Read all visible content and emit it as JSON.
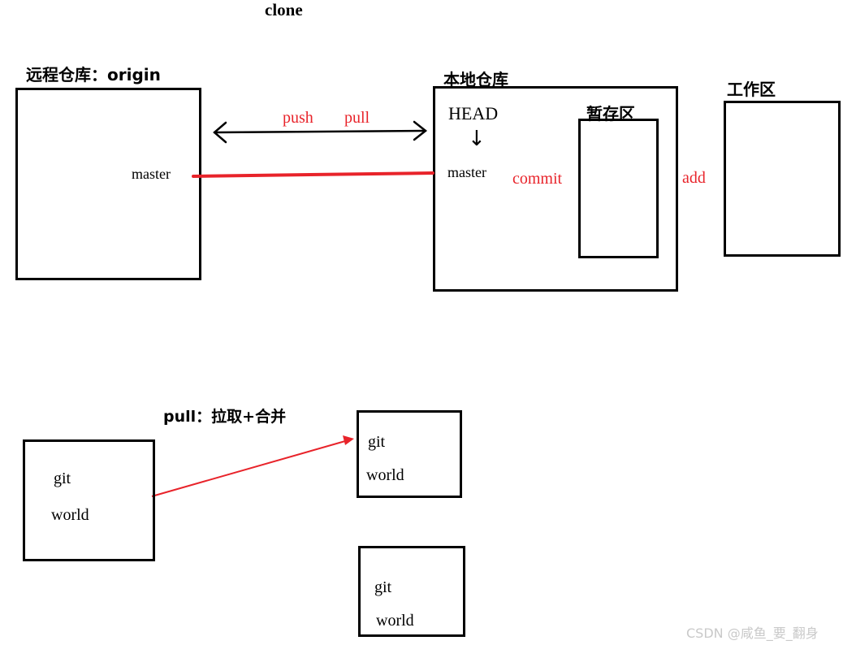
{
  "top_label": "clone",
  "remote": {
    "title": "远程仓库：origin",
    "branch": "master"
  },
  "sync": {
    "push": "push",
    "pull": "pull"
  },
  "local": {
    "title": "本地仓库",
    "head": "HEAD",
    "arrow": "↓",
    "branch": "master",
    "commit": "commit"
  },
  "staging": {
    "title": "暂存区",
    "add": "add"
  },
  "workspace": {
    "title": "工作区"
  },
  "merge_note": "pull：拉取+合并",
  "example_boxes": [
    {
      "line1": "git",
      "line2": "world"
    },
    {
      "line1": "git",
      "line2": "world"
    },
    {
      "line1": "git",
      "line2": "world"
    }
  ],
  "watermark": "CSDN @咸鱼_要_翻身",
  "colors": {
    "accent_red": "#e8232a",
    "ink": "#000000"
  }
}
